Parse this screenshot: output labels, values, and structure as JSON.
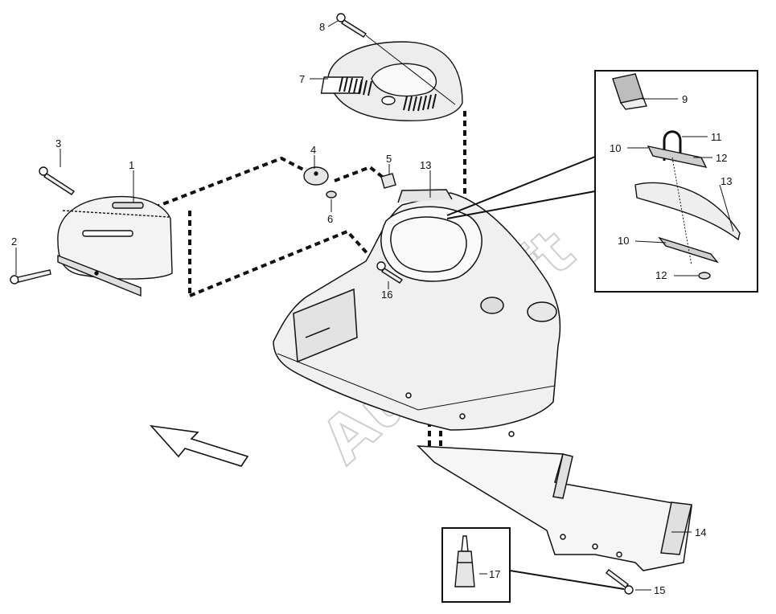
{
  "watermark": "AutoSoft",
  "colors": {
    "line": "#111111",
    "fill_light": "#f1f1f1",
    "fill_mid": "#d4d4d4",
    "watermark": "#cfcfcf"
  },
  "callouts": [
    {
      "id": "c1",
      "label": "1"
    },
    {
      "id": "c2",
      "label": "2"
    },
    {
      "id": "c3",
      "label": "3"
    },
    {
      "id": "c4",
      "label": "4"
    },
    {
      "id": "c5",
      "label": "5"
    },
    {
      "id": "c6",
      "label": "6"
    },
    {
      "id": "c7",
      "label": "7"
    },
    {
      "id": "c8",
      "label": "8"
    },
    {
      "id": "c9",
      "label": "9"
    },
    {
      "id": "c10a",
      "label": "10"
    },
    {
      "id": "c10b",
      "label": "10"
    },
    {
      "id": "c11",
      "label": "11"
    },
    {
      "id": "c12a",
      "label": "12"
    },
    {
      "id": "c12b",
      "label": "12"
    },
    {
      "id": "c13a",
      "label": "13"
    },
    {
      "id": "c13b",
      "label": "13"
    },
    {
      "id": "c14",
      "label": "14"
    },
    {
      "id": "c15",
      "label": "15"
    },
    {
      "id": "c16",
      "label": "16"
    },
    {
      "id": "c17",
      "label": "17"
    }
  ]
}
